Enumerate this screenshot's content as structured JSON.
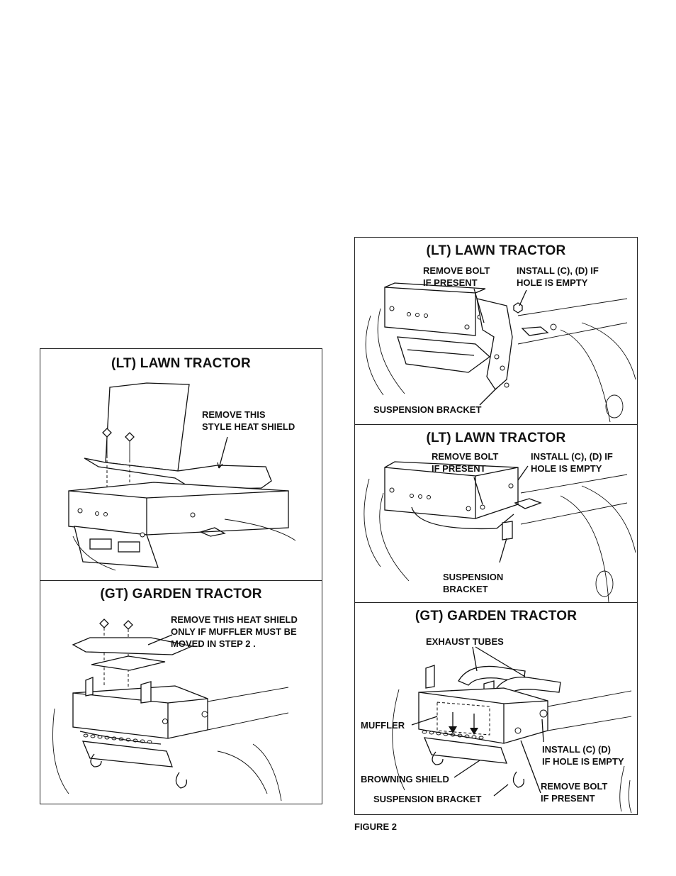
{
  "figure_caption": "FIGURE 2",
  "left_panels": {
    "lawn": {
      "title": "(LT) LAWN TRACTOR",
      "label": [
        "REMOVE THIS",
        "STYLE HEAT SHIELD"
      ]
    },
    "garden": {
      "title": "(GT) GARDEN TRACTOR",
      "label": [
        "REMOVE THIS HEAT SHIELD",
        "ONLY IF MUFFLER MUST BE",
        "MOVED IN STEP 2 ."
      ]
    }
  },
  "right_panels": {
    "lawn_1": {
      "title": "(LT) LAWN TRACTOR",
      "remove_bolt": [
        "REMOVE BOLT",
        "IF PRESENT"
      ],
      "install": [
        "INSTALL (C), (D) IF",
        "HOLE IS EMPTY"
      ],
      "suspension": [
        "SUSPENSION BRACKET"
      ]
    },
    "lawn_2": {
      "title": "(LT) LAWN TRACTOR",
      "remove_bolt": [
        "REMOVE BOLT",
        "IF PRESENT"
      ],
      "install": [
        "INSTALL (C), (D) IF",
        "HOLE IS EMPTY"
      ],
      "suspension": [
        "SUSPENSION",
        "BRACKET"
      ]
    },
    "garden": {
      "title": "(GT) GARDEN TRACTOR",
      "exhaust": [
        "EXHAUST TUBES"
      ],
      "muffler": [
        "MUFFLER"
      ],
      "install": [
        "INSTALL (C) (D)",
        "IF HOLE IS EMPTY"
      ],
      "browning": [
        "BROWNING SHIELD"
      ],
      "remove_bolt": [
        "REMOVE BOLT",
        "IF PRESENT"
      ],
      "suspension": [
        "SUSPENSION BRACKET"
      ]
    }
  }
}
